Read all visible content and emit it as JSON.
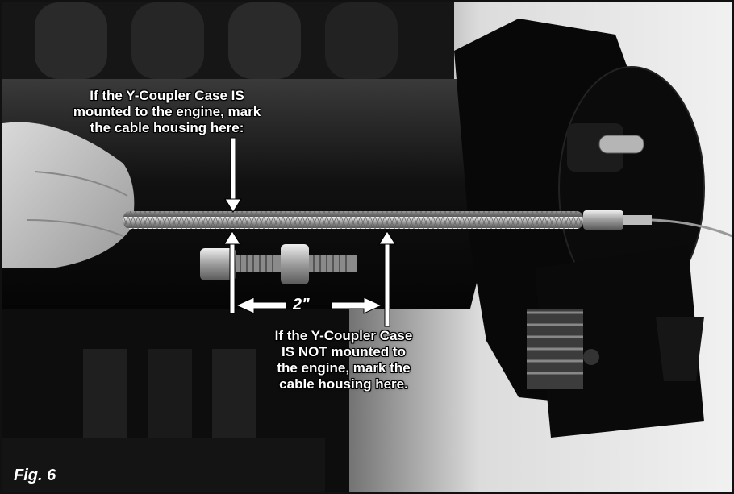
{
  "figure": {
    "label": "Fig. 6"
  },
  "callouts": {
    "top": [
      "If the Y-Coupler Case IS",
      "mounted to the engine, mark",
      "the cable housing here:"
    ],
    "bottom": [
      "If the Y-Coupler Case",
      "IS NOT mounted to",
      "the engine, mark the",
      "cable housing here."
    ]
  },
  "measurement": {
    "label": "2\""
  }
}
